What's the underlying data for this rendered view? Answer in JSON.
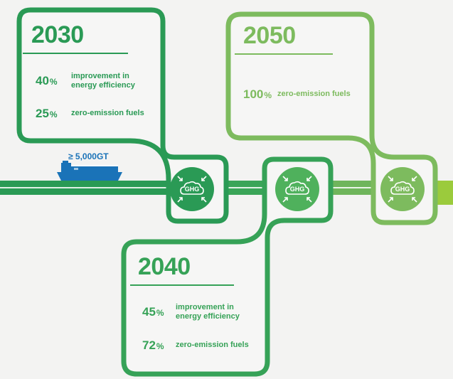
{
  "colors": {
    "dark_green": "#2a9a55",
    "mid_green": "#4fb15c",
    "light_green": "#7dbb5e",
    "lime": "#9bcb3c",
    "ship_blue": "#1a73b8",
    "background": "#f3f3f2"
  },
  "ship": {
    "label": "≥ 5,000GT",
    "icon": "cargo-ship-icon"
  },
  "ghg_nodes": [
    {
      "label": "GHG",
      "icon": "cloud-arrows-icon"
    },
    {
      "label": "GHG",
      "icon": "cloud-arrows-icon"
    },
    {
      "label": "GHG",
      "icon": "cloud-arrows-icon"
    }
  ],
  "milestones": {
    "y2030": {
      "year": "2030",
      "targets": [
        {
          "value": "40",
          "unit": "%",
          "line1": "improvement in",
          "line2": "energy efficiency"
        },
        {
          "value": "25",
          "unit": "%",
          "line1": "zero-emission fuels",
          "line2": ""
        }
      ]
    },
    "y2040": {
      "year": "2040",
      "targets": [
        {
          "value": "45",
          "unit": "%",
          "line1": "improvement in",
          "line2": "energy efficiency"
        },
        {
          "value": "72",
          "unit": "%",
          "line1": "zero-emission fuels",
          "line2": ""
        }
      ]
    },
    "y2050": {
      "year": "2050",
      "targets": [
        {
          "value": "100",
          "unit": "%",
          "line1": "zero-emission fuels",
          "line2": ""
        }
      ]
    }
  }
}
